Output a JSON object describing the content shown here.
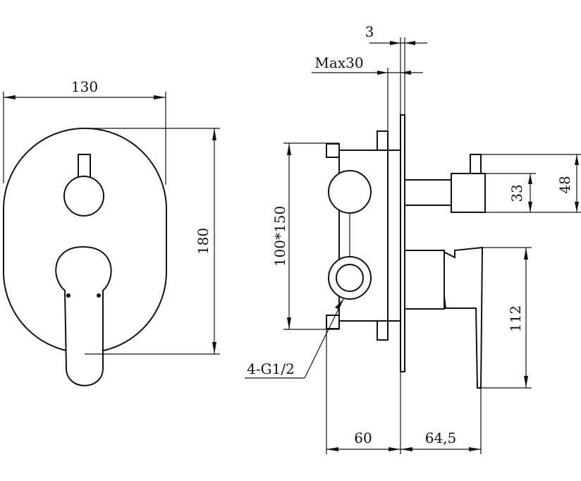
{
  "drawing": {
    "ink_color": "#111111",
    "background": "#ffffff",
    "dimensions": {
      "width_130": "130",
      "height_180": "180",
      "plate_thickness": "3",
      "max_depth": "Max30",
      "box_size": "100*150",
      "ports": "4-G1/2",
      "depth_60": "60",
      "projection": "64,5",
      "spout_33": "33",
      "spout_48": "48",
      "handle_112": "112"
    }
  }
}
